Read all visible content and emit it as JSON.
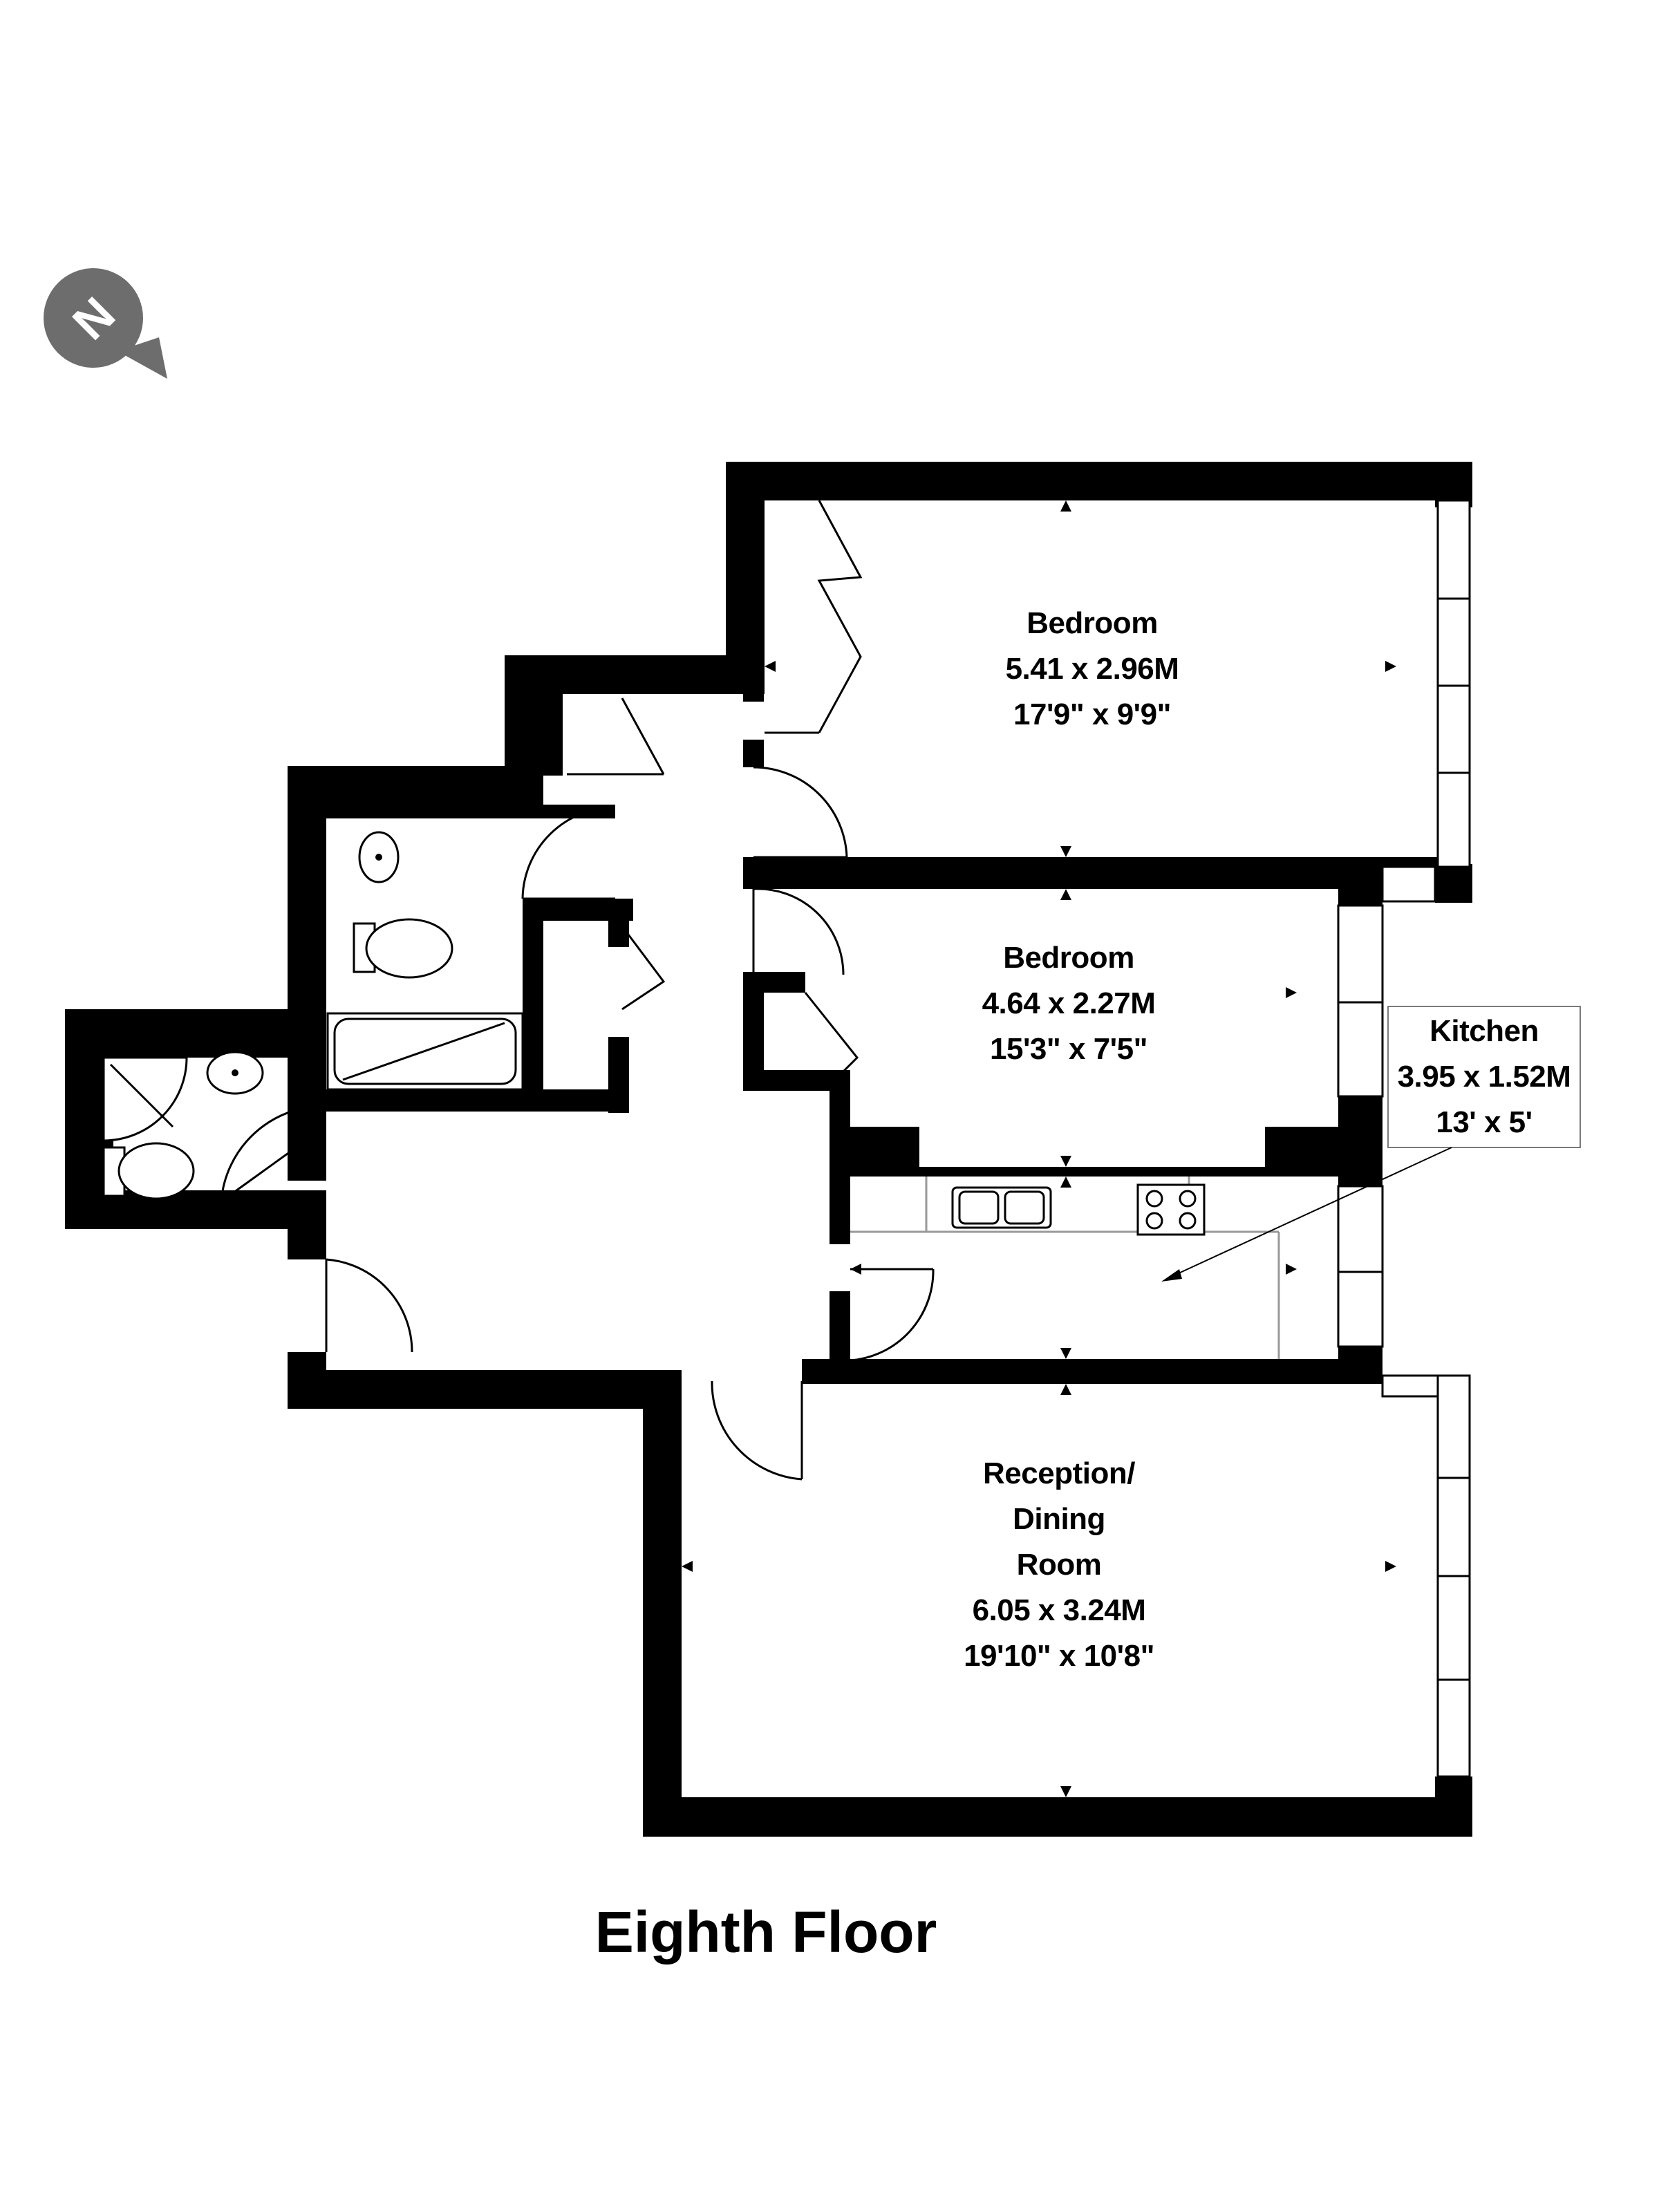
{
  "floor": {
    "title": "Eighth Floor"
  },
  "compass": {
    "letter": "N",
    "color": "#6d6d6d"
  },
  "rooms": {
    "bedroom_1": {
      "name": "Bedroom",
      "metric": "5.41 x 2.96M",
      "imperial": "17'9\" x 9'9\""
    },
    "bedroom_2": {
      "name": "Bedroom",
      "metric": "4.64 x 2.27M",
      "imperial": "15'3\" x 7'5\""
    },
    "kitchen": {
      "name": "Kitchen",
      "metric": "3.95 x 1.52M",
      "imperial": "13' x 5'"
    },
    "reception": {
      "name_lines": [
        "Reception/",
        "Dining",
        "Room"
      ],
      "metric": "6.05 x 3.24M",
      "imperial": "19'10\" x 10'8\""
    }
  },
  "colors": {
    "wall": "#000000",
    "background": "#ffffff",
    "compass": "#6d6d6d"
  }
}
